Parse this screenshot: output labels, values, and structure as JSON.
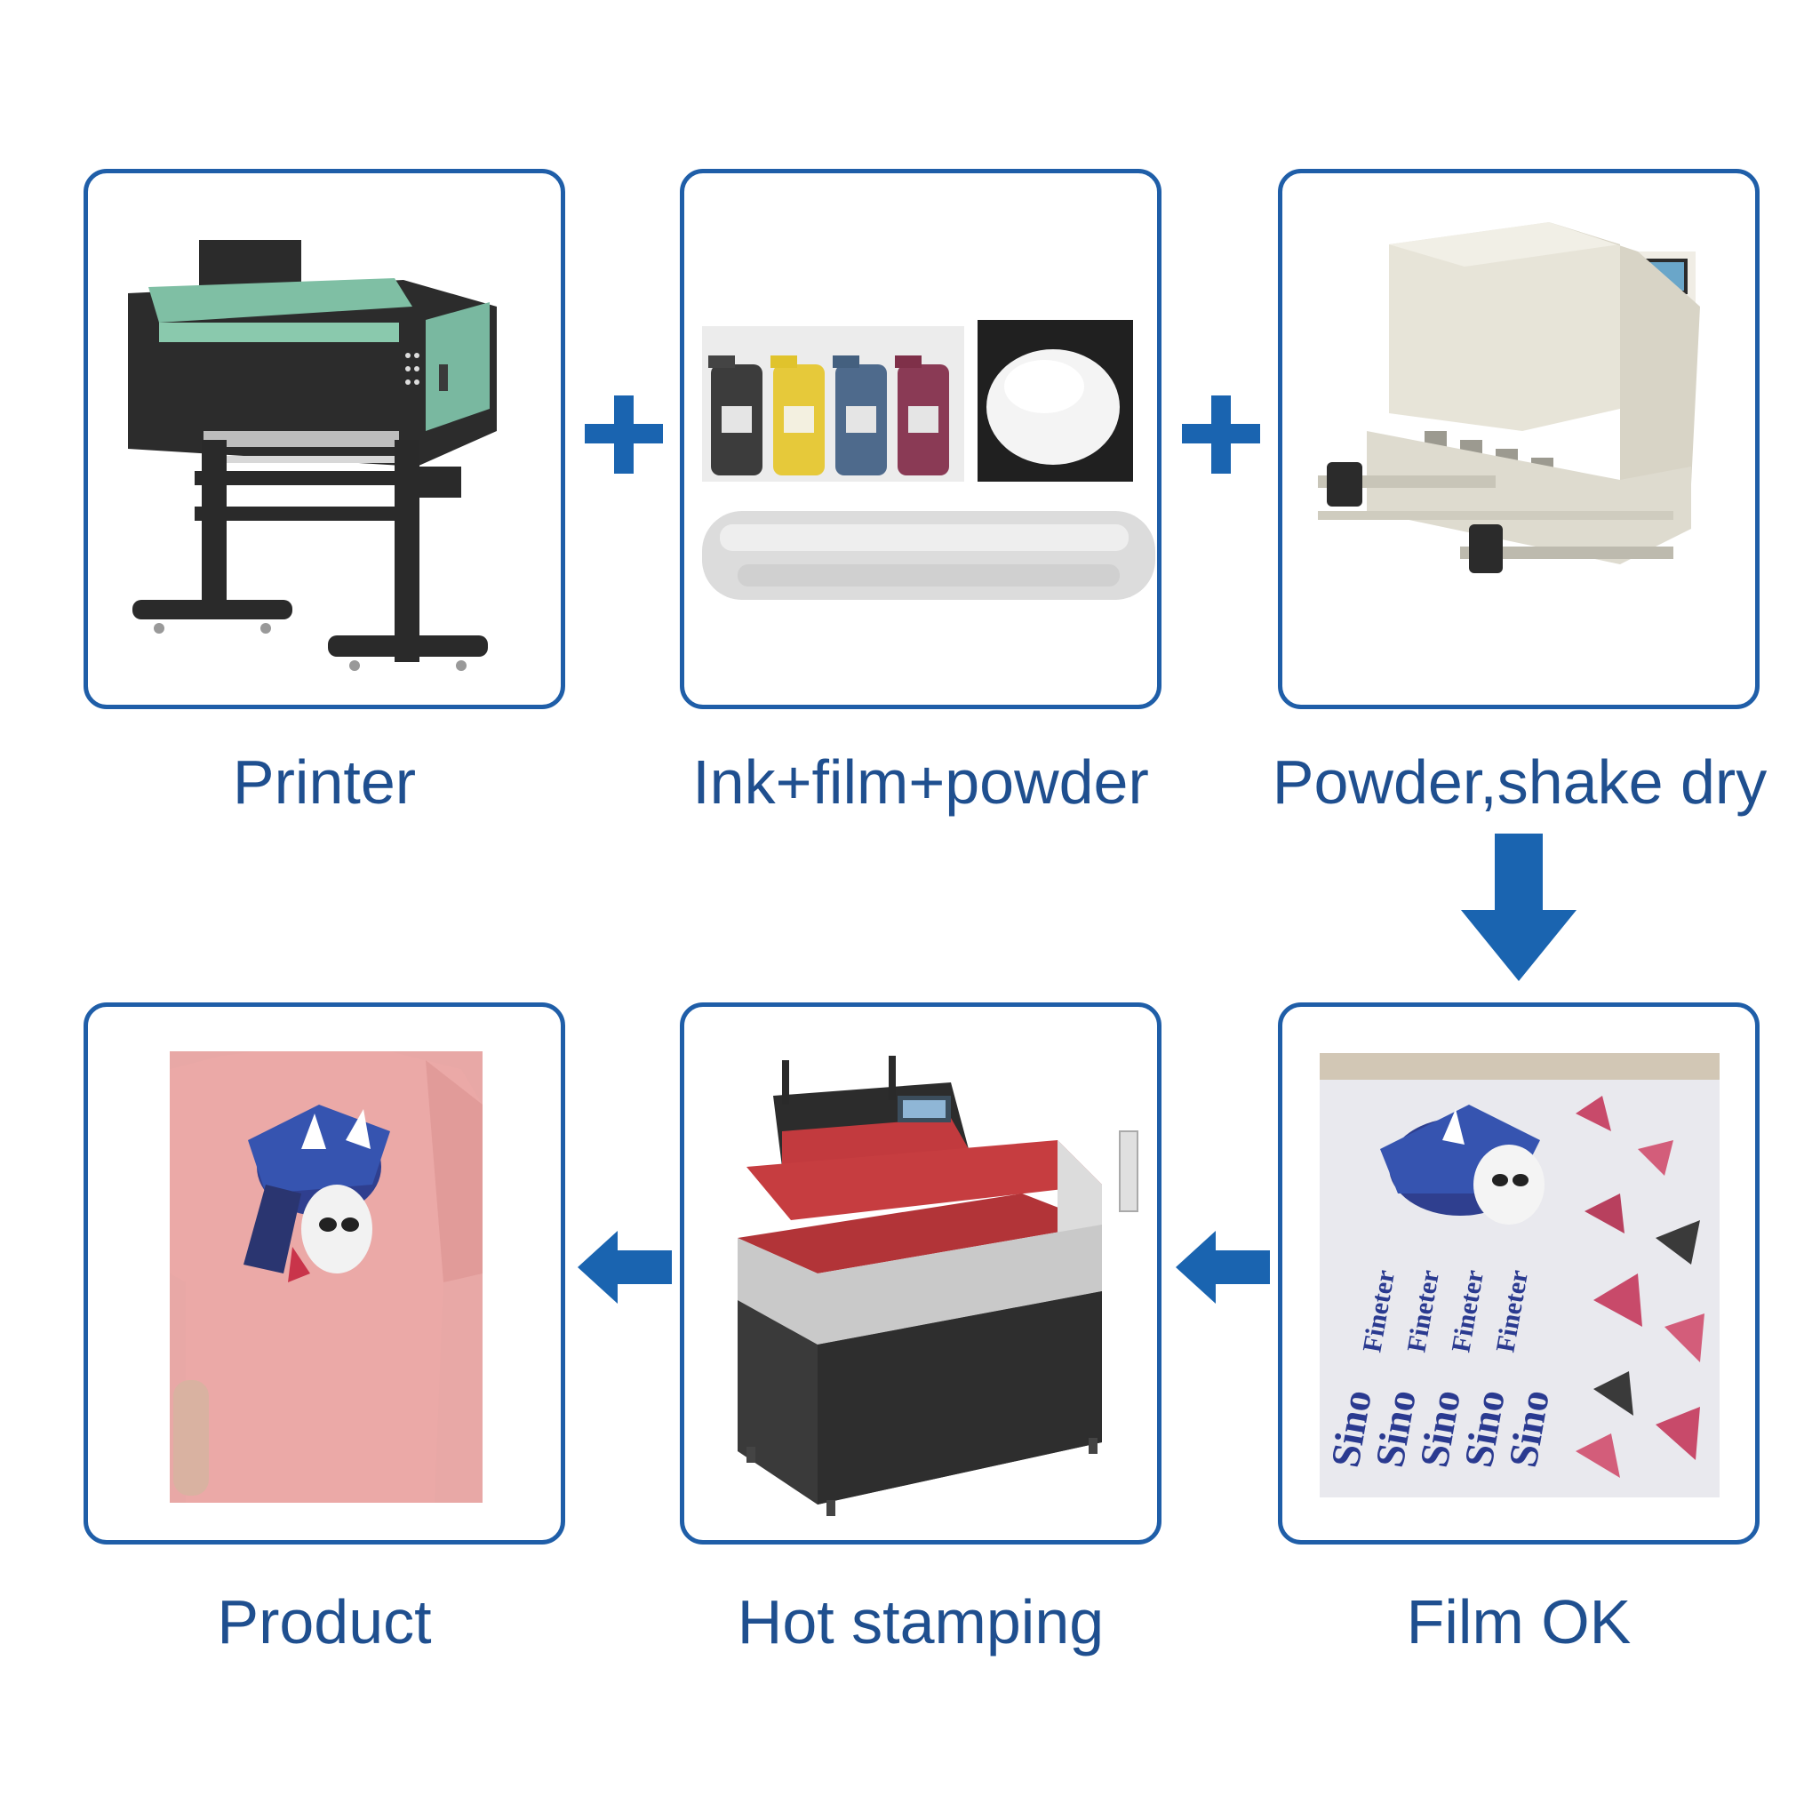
{
  "steps": [
    {
      "id": "printer",
      "label": "Printer"
    },
    {
      "id": "consumables",
      "label": "Ink+film+powder"
    },
    {
      "id": "shaker",
      "label": "Powder,shake dry"
    },
    {
      "id": "film",
      "label": "Film OK"
    },
    {
      "id": "press",
      "label": "Hot stamping"
    },
    {
      "id": "product",
      "label": "Product"
    }
  ],
  "film_text": {
    "brand_word": "Sino",
    "sub_word": "Fineter"
  },
  "colors": {
    "card_border": "#1f5ea8",
    "label_text": "#1f4f8f",
    "arrow": "#1a64b0"
  },
  "connectors": [
    "plus",
    "plus",
    "arrow-down",
    "arrow-left",
    "arrow-left"
  ]
}
